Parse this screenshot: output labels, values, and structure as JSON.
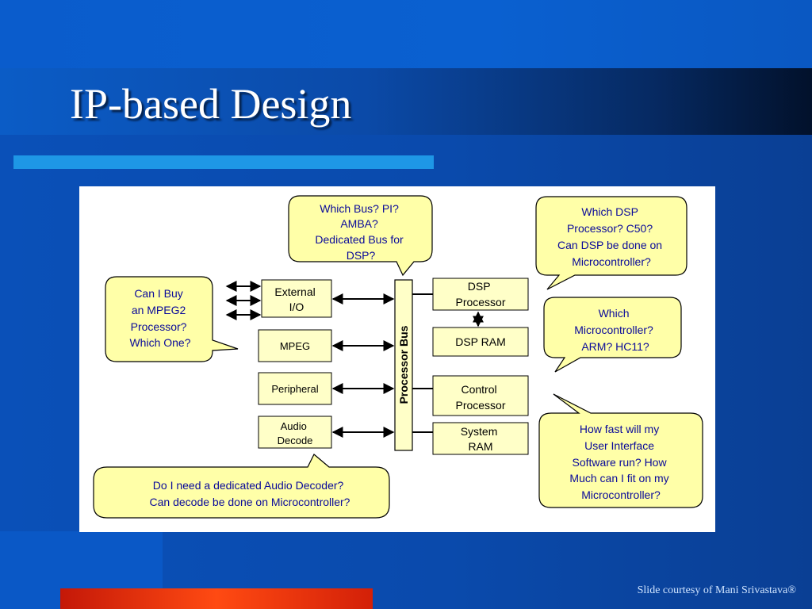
{
  "slide": {
    "title": "IP-based Design",
    "credit": "Slide courtesy of  Mani Srivastava®"
  },
  "diagram": {
    "bus_label": "Processor Bus",
    "left_blocks": [
      {
        "lines": [
          "External",
          "I/O"
        ]
      },
      {
        "lines": [
          "MPEG"
        ]
      },
      {
        "lines": [
          "Peripheral"
        ]
      },
      {
        "lines": [
          "Audio",
          "Decode"
        ]
      }
    ],
    "right_blocks": [
      {
        "lines": [
          "DSP",
          "Processor"
        ]
      },
      {
        "lines": [
          "DSP RAM"
        ]
      },
      {
        "lines": [
          "Control",
          "Processor"
        ]
      },
      {
        "lines": [
          "System",
          "RAM"
        ]
      }
    ],
    "callouts": {
      "bus": [
        "Which Bus?  PI?",
        "AMBA?",
        "Dedicated Bus for",
        "DSP?"
      ],
      "dsp": [
        "Which DSP",
        "Processor?  C50?",
        "Can DSP be done on",
        "Microcontroller?"
      ],
      "mpeg": [
        "Can I Buy",
        "an MPEG2",
        "Processor?",
        "Which One?"
      ],
      "micro": [
        "Which",
        "Microcontroller?",
        "ARM?  HC11?"
      ],
      "ui": [
        "How fast will my",
        "User Interface",
        "Software run?  How",
        "Much can I fit on my",
        "Microcontroller?"
      ],
      "audio": [
        "Do I need a dedicated Audio Decoder?",
        "Can decode be done on Microcontroller?"
      ]
    }
  }
}
